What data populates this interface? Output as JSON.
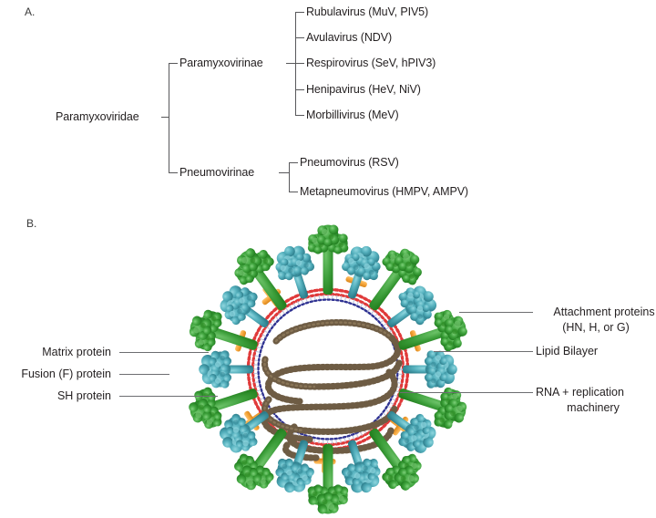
{
  "figure": {
    "panel_a_letter": "A.",
    "panel_b_letter": "B."
  },
  "taxonomy": {
    "family": "Paramyxoviridae",
    "subfamilies": [
      {
        "name": "Paramyxovirinae",
        "genera": [
          "Rubulavirus (MuV, PIV5)",
          "Avulavirus (NDV)",
          "Respirovirus (SeV, hPIV3)",
          "Henipavirus (HeV, NiV)",
          "Morbillivirus (MeV)"
        ]
      },
      {
        "name": "Pneumovirinae",
        "genera": [
          "Pneumovirus (RSV)",
          "Metapneumovirus (HMPV, AMPV)"
        ]
      }
    ]
  },
  "virion": {
    "labels_left": [
      "Matrix protein",
      "Fusion (F) protein",
      "SH protein"
    ],
    "labels_right": [
      {
        "line1": "Attachment proteins",
        "line2": "(HN, H, or G)"
      },
      {
        "line1": "Lipid Bilayer",
        "line2": ""
      },
      {
        "line1": "RNA + replication",
        "line2": "machinery"
      }
    ],
    "colors": {
      "attachment_protein": "#3ba23b",
      "attachment_protein_dark": "#24781f",
      "fusion_protein": "#52aebc",
      "fusion_protein_dark": "#2f8391",
      "sh_protein": "#f4a43a",
      "sh_protein_dark": "#e08a1e",
      "bilayer_outer": "#e03a3a",
      "bilayer_inner": "#2e3191",
      "nucleocapsid": "#6e5c44",
      "leader_line": "#6d6e71",
      "tree_line": "#58585b",
      "text": "#231f20"
    }
  }
}
